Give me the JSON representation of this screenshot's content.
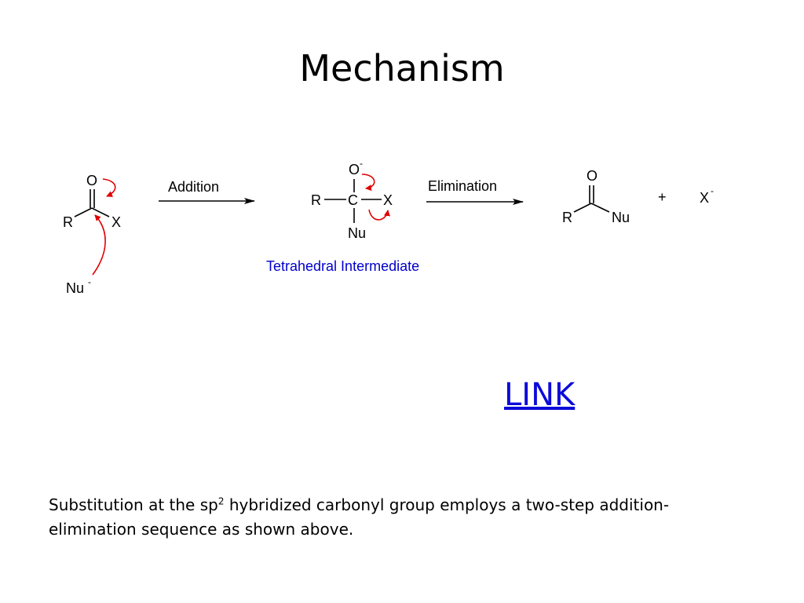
{
  "slide": {
    "title": "Mechanism",
    "link_label": "LINK",
    "description": {
      "part1": "Substitution at the sp",
      "sup": "2",
      "part2": " hybridized carbonyl group employs a two-step addition-elimination sequence as shown above."
    }
  },
  "scheme": {
    "reactant": {
      "o": "O",
      "r": "R",
      "x": "X",
      "nu": "Nu",
      "nu_charge": "-"
    },
    "addition_label": "Addition",
    "intermediate": {
      "o": "O",
      "o_charge": "-",
      "r": "R",
      "c": "C",
      "x": "X",
      "nu": "Nu",
      "caption": "Tetrahedral Intermediate"
    },
    "elimination_label": "Elimination",
    "product": {
      "o": "O",
      "r": "R",
      "nu": "Nu",
      "plus": "+",
      "leaving": "X",
      "leaving_charge": "-"
    }
  },
  "colors": {
    "arrow_red": "#e00000",
    "caption_blue": "#0000cc",
    "link_blue": "#0b0bd9"
  }
}
